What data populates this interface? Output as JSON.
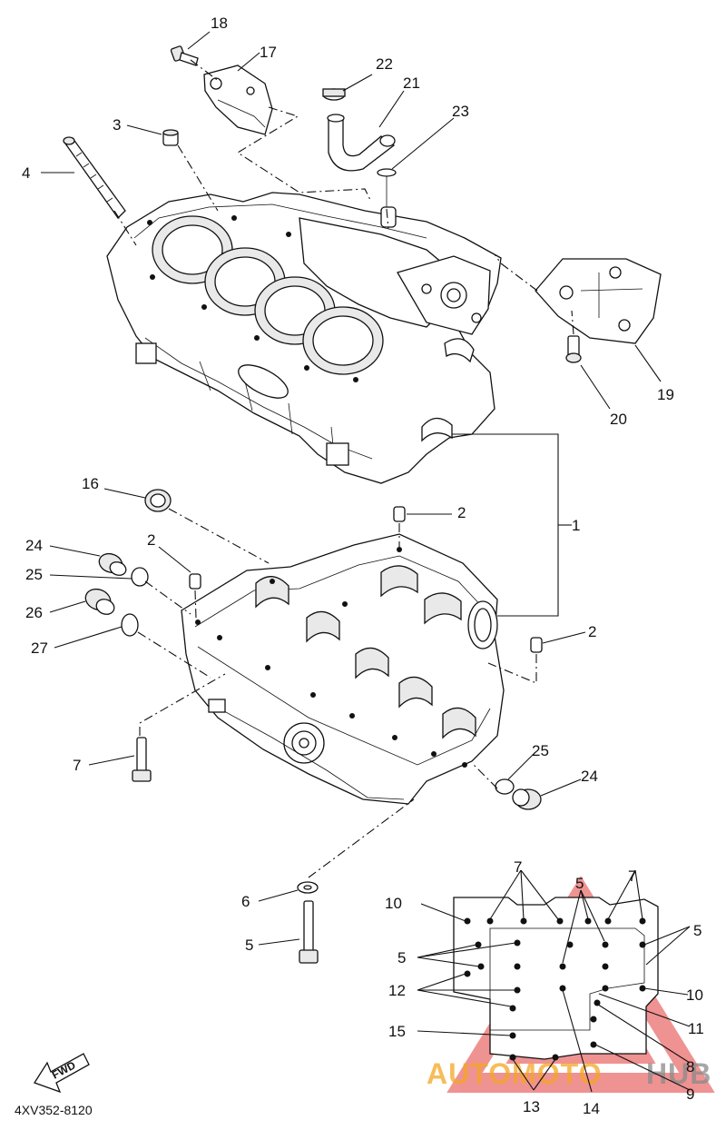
{
  "diagram": {
    "part_code": "4XV352-8120",
    "fwd_label": "FWD",
    "callouts": {
      "c1": "1",
      "c2a": "2",
      "c2b": "2",
      "c2c": "2",
      "c3": "3",
      "c4": "4",
      "c5a": "5",
      "c5b": "5",
      "c5c": "5",
      "c5d": "5",
      "c6": "6",
      "c7a": "7",
      "c7b": "7",
      "c7c": "7",
      "c8": "8",
      "c9": "9",
      "c10a": "10",
      "c10b": "10",
      "c11": "11",
      "c12": "12",
      "c13": "13",
      "c14": "14",
      "c15": "15",
      "c16": "16",
      "c17": "17",
      "c18": "18",
      "c19": "19",
      "c20": "20",
      "c21": "21",
      "c22": "22",
      "c23": "23",
      "c24a": "24",
      "c24b": "24",
      "c25a": "25",
      "c25b": "25",
      "c26": "26",
      "c27": "27"
    },
    "watermark": {
      "part1": "AUTOMOTO",
      "part2": "HUB"
    },
    "colors": {
      "line": "#111111",
      "watermark_red": "#e23a3a",
      "watermark_orange": "#f5a623",
      "watermark_gray": "#8a8a8a"
    }
  }
}
